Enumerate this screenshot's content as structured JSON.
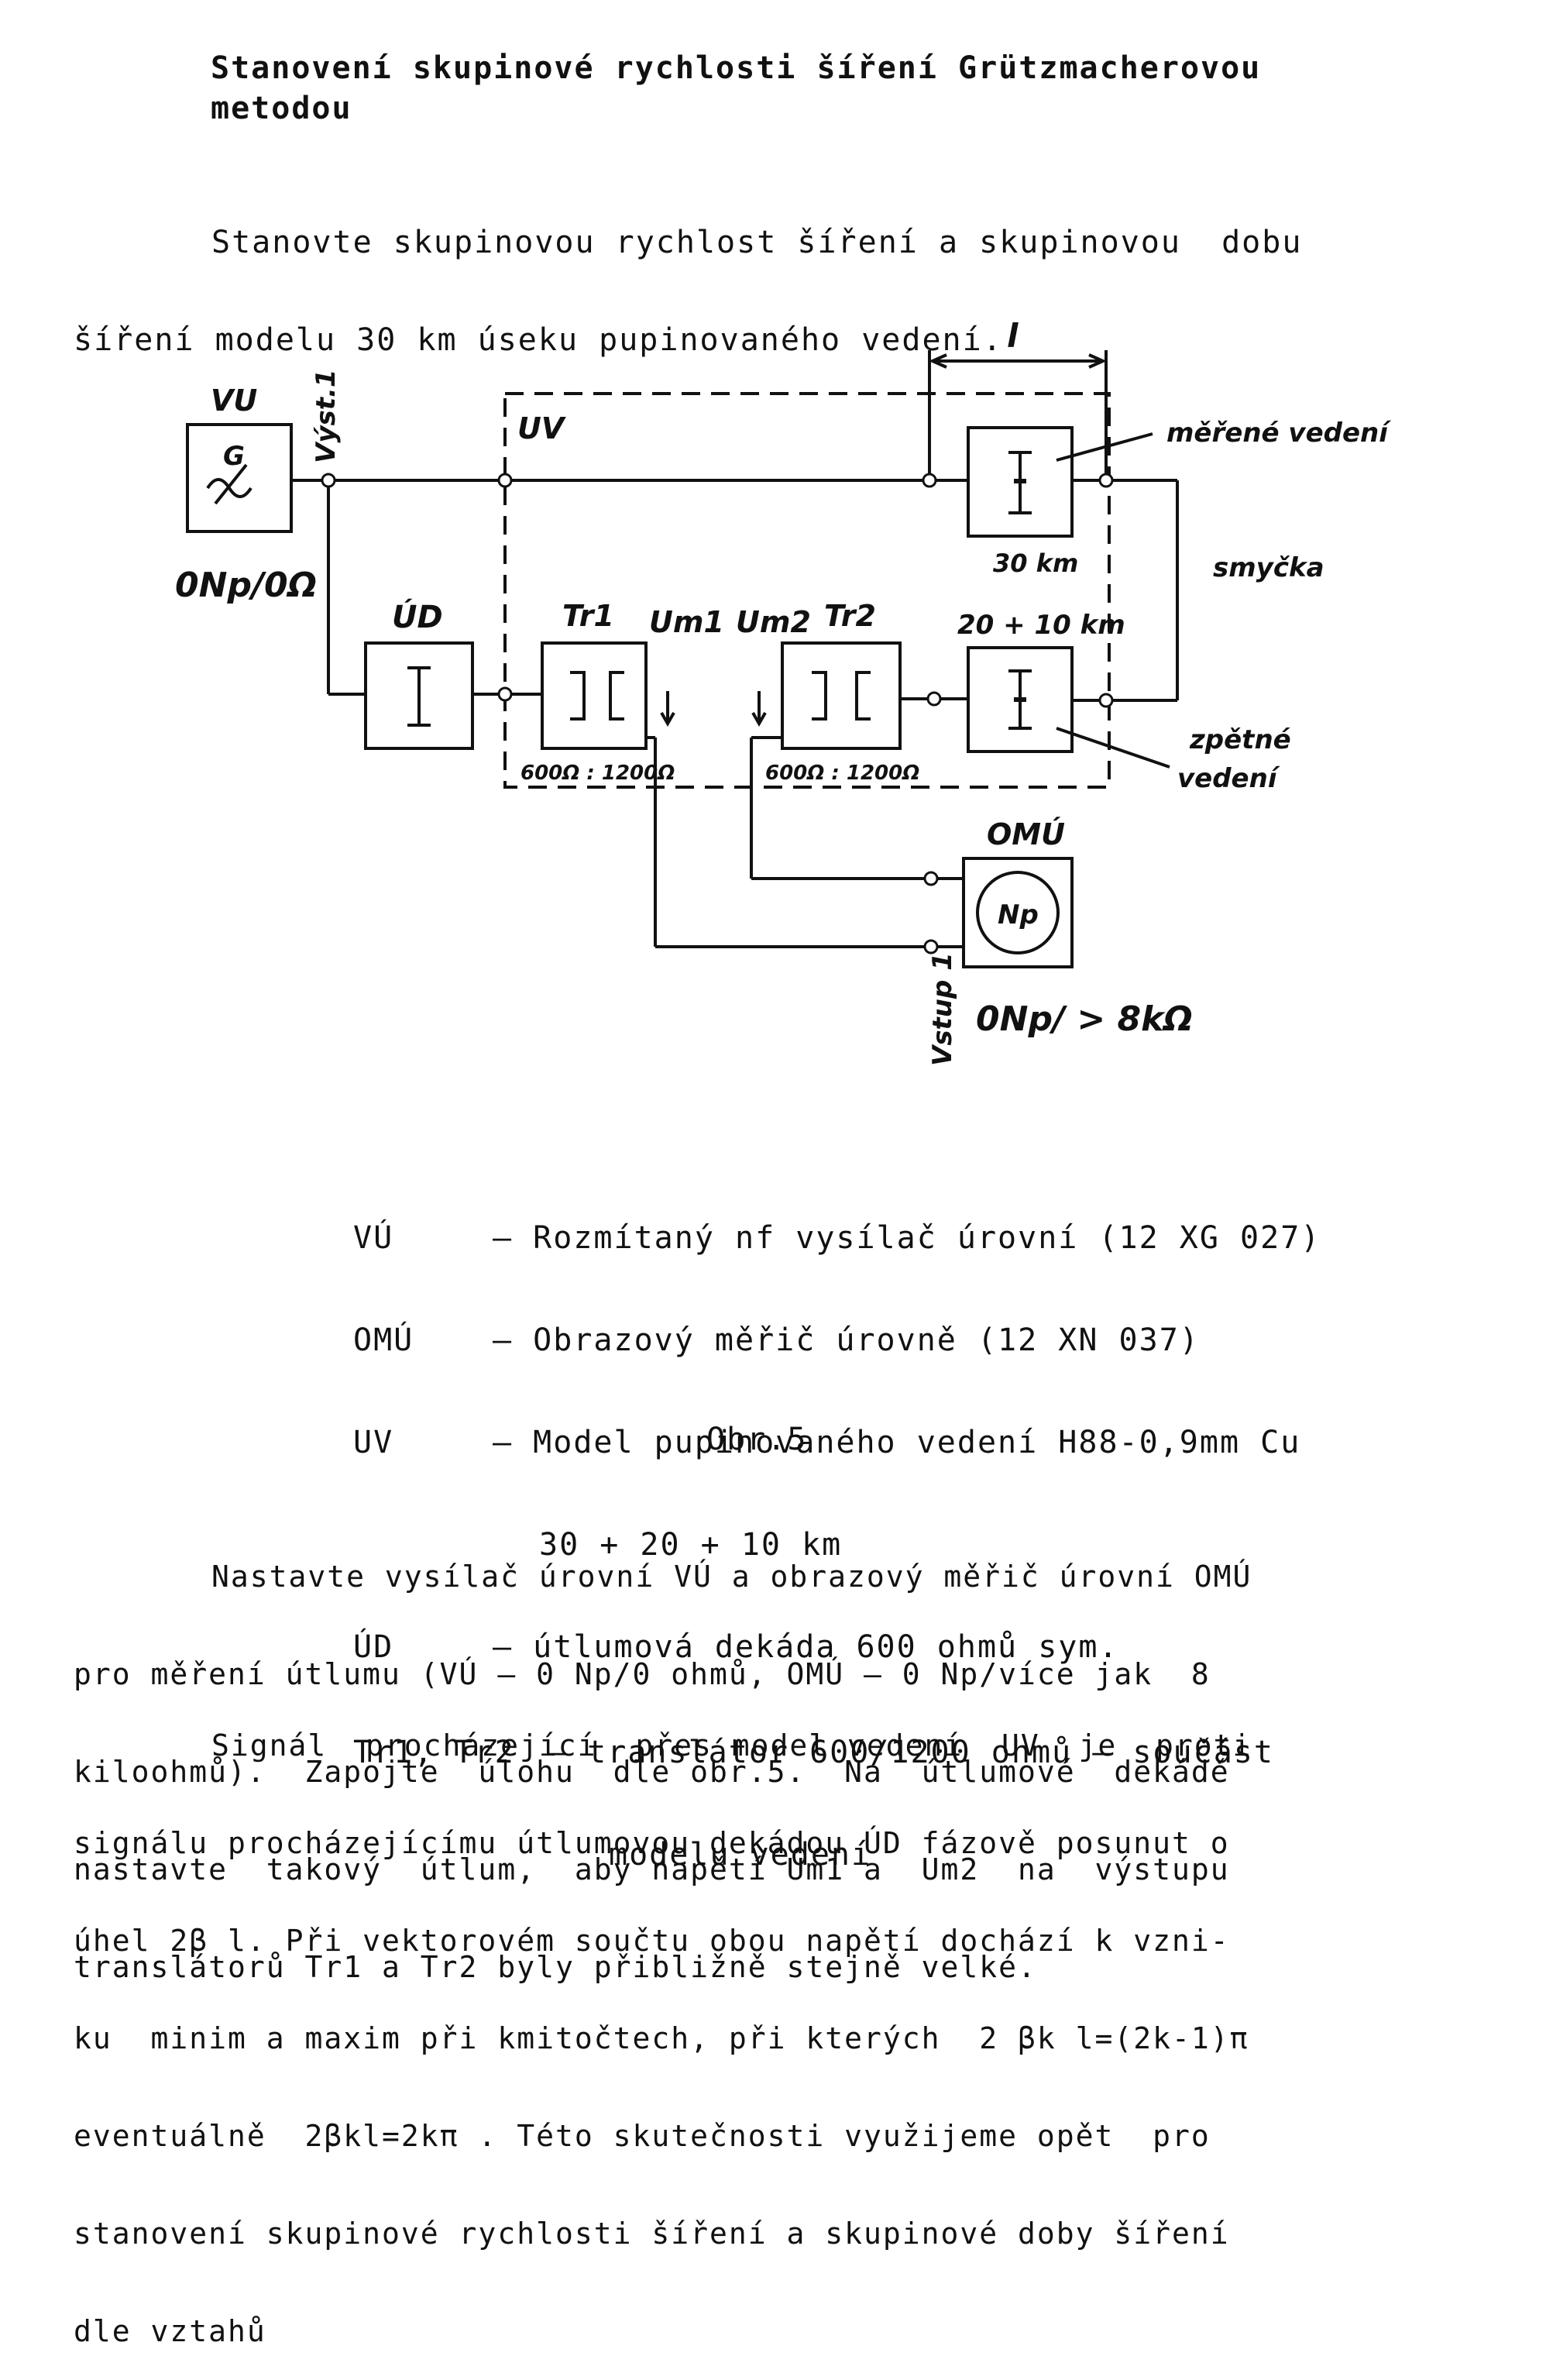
{
  "title": {
    "line1": "Stanovení skupinové rychlosti šíření Grützmacherovou",
    "line2": "metodou"
  },
  "task": {
    "line1": "Stanovte skupinovou rychlost šíření a skupinovou  dobu",
    "line2": "šíření modelu 30 km úseku pupinovaného vedení."
  },
  "diagram": {
    "vu": "VU",
    "g": "G",
    "vyst": "Výst.1",
    "onp_oohm": "0Np/0Ω",
    "ud": "ÚD",
    "uv": "UV",
    "tr1": "Tr1",
    "tr2": "Tr2",
    "um1": "Um1",
    "um2": "Um2",
    "ratio1": "600Ω : 1200Ω",
    "ratio2": "600Ω : 1200Ω",
    "len": "l",
    "merene": "měřené vedení",
    "km30": "30 km",
    "smycka": "smyčka",
    "km2010": "20 + 10 km",
    "zpetne1": "zpětné",
    "zpetne2": "vedení",
    "omu": "OMÚ",
    "np": "Np",
    "vstup": "Vstup 1",
    "onp_8k": "0Np/ > 8kΩ"
  },
  "legend": [
    {
      "key": "VÚ",
      "text": "– Rozmítaný nf vysílač úrovní (12 XG 027)"
    },
    {
      "key": "OMÚ",
      "text": "– Obrazový měřič úrovně (12 XN 037)"
    },
    {
      "key": "UV",
      "text": "– Model pupinovaného vedení H88-0,9mm Cu"
    },
    {
      "key": "",
      "text": "30 + 20 + 10 km"
    },
    {
      "key": "ÚD",
      "text": "– útlumová dekáda 600 ohmů sym."
    },
    {
      "key": "Tr1, Tr2",
      "text": "– translátor 600/1200 ohmů – součást"
    },
    {
      "key": "",
      "text": "modelu vedení"
    }
  ],
  "figure_label": "Obr.5",
  "body": {
    "p1": [
      "Nastavte vysílač úrovní VÚ a obrazový měřič úrovní OMÚ",
      "pro měření útlumu (VÚ – 0 Np/0 ohmů, OMÚ – 0 Np/více jak  8",
      "kiloohmů).  Zapojte  úlohu  dle obr.5.  Na  útlumové  dekádě",
      "nastavte  takový  útlum,  aby napětí Um1 a  Um2  na  výstupu",
      "translátorů Tr1 a Tr2 byly přibližně stejně velké."
    ],
    "p2": [
      "Signál  procházející  přes model vedení  UV  je  proti",
      "signálu procházejícímu útlumovou dekádou ÚD fázově posunut o",
      "úhel 2β l. Při vektorovém součtu obou napětí dochází k vzni-",
      "ku  minim a maxim při kmitočtech, při kterých  2 βk l=(2k-1)π",
      "eventuálně  2βkl=2kπ . Této skutečnosti využijeme opět  pro",
      "stanovení skupinové rychlosti šíření a skupinové doby šíření",
      "dle vztahů"
    ]
  }
}
